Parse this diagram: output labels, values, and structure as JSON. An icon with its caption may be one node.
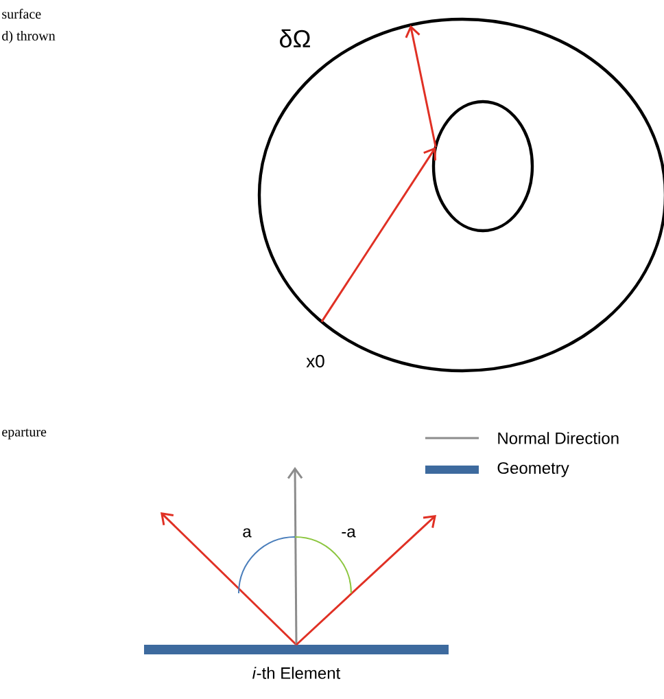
{
  "diagram": {
    "nodes": [
      {
        "text": [],
        "shape": "ellipse"
      },
      {
        "text": [],
        "shape": "ellipse",
        "in": 0
      },
      {
        "text": [],
        "shape": "bar",
        "beside": [
          "*i*-th Element"
        ]
      }
    ],
    "edges": [
      {
        "from": 0,
        "to": 1,
        "arrow": "to"
      },
      {
        "from": 1,
        "to": 0,
        "arrow": "to"
      },
      {
        "from": 2,
        "to": null,
        "arrow": "to"
      },
      {
        "from": 2,
        "to": null,
        "arrow": "to",
        "color": "#8c8c8c"
      },
      {
        "from": 2,
        "to": null,
        "arrow": "to"
      }
    ],
    "labels": [
      "surface",
      "d) thrown",
      "δΩ",
      "x0",
      "eparture",
      "a",
      "-a"
    ],
    "legend": [
      {
        "text": "Normal Direction"
      },
      {
        "text": "Geometry",
        "color": "#3d6a9e"
      }
    ]
  }
}
